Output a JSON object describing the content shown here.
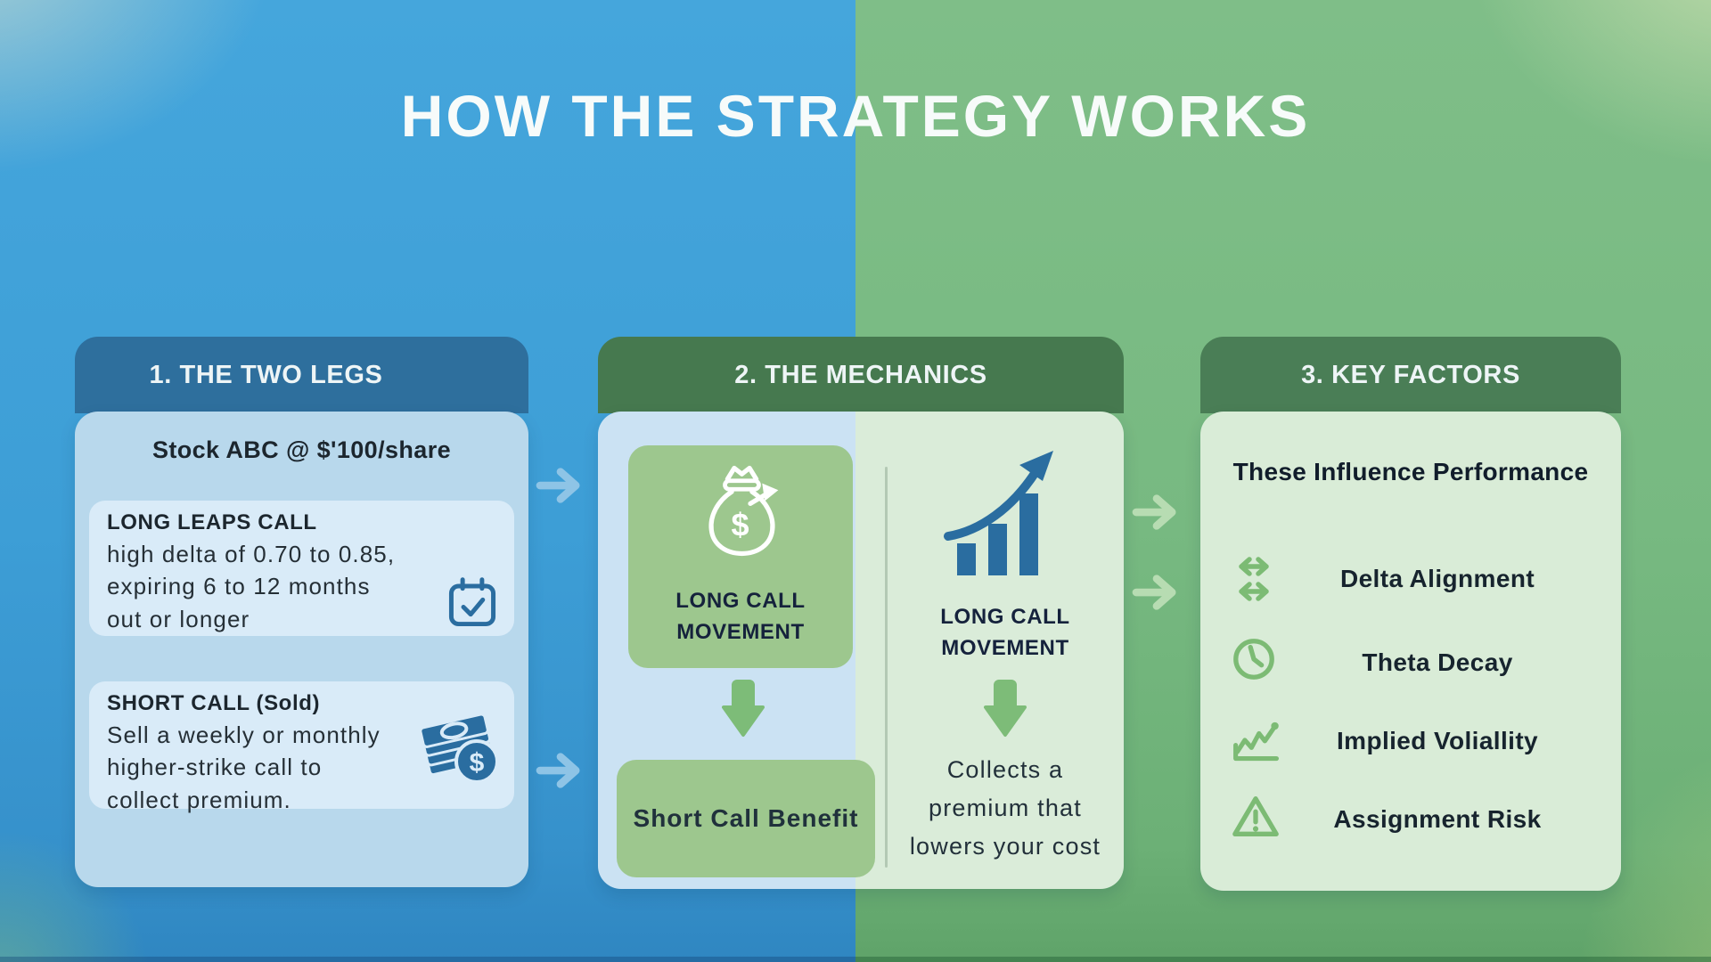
{
  "title": "HOW THE STRATEGY WORKS",
  "panel1": {
    "header": "1. THE TWO LEGS",
    "stock_line": "Stock ABC @ $'100/share",
    "cards": [
      {
        "heading": "LONG LEAPS CALL",
        "body": "high delta of 0.70 to 0.85, expiring 6 to 12 months out or longer",
        "icon": "calendar-check-icon"
      },
      {
        "heading": "SHORT CALL (Sold)",
        "body": "Sell a weekly or monthly higher-strike call to collect premium.",
        "icon": "money-stack-icon"
      }
    ]
  },
  "panel2": {
    "header": "2. THE MECHANICS",
    "long_call_card_label": "LONG CALL MOVEMENT",
    "short_call_benefit_label": "Short Call Benefit",
    "right_label": "LONG CALL MOVEMENT",
    "right_caption": "Collects a premium that lowers your cost",
    "icons": [
      "money-bag-icon",
      "bar-chart-growth-icon"
    ]
  },
  "panel3": {
    "header": "3. KEY FACTORS",
    "subtitle": "These Influence Performance",
    "items": [
      {
        "label": "Delta Alignment",
        "icon": "swap-arrows-icon"
      },
      {
        "label": "Theta Decay",
        "icon": "clock-icon"
      },
      {
        "label": "Implied Voliallity",
        "icon": "volatility-chart-icon"
      },
      {
        "label": "Assignment Risk",
        "icon": "warning-triangle-icon"
      }
    ]
  },
  "palette": {
    "background_blue": "#3d9ed6",
    "background_green": "#77b981",
    "panel1_header_blue": "#2e6f9d",
    "panel1_body_blue": "#b8d8ec",
    "panel1_card_blue": "#d9ebf8",
    "panel2_header_green": "#46794f",
    "panel2_body_left": "#cbe2f3",
    "panel2_body_right": "#daecd9",
    "green_card": "#9dc78e",
    "panel3_body_green": "#d9ecd7",
    "icon_blue": "#2a6da0",
    "icon_green": "#7cbb74",
    "flow_arrow_blue": "#8ec4e6",
    "flow_arrow_green": "#b7dcb2",
    "down_arrow_green": "#7dbc78",
    "text_dark": "#1d262e",
    "text_navy": "#15223c",
    "title_white": "#f7fbfa"
  }
}
